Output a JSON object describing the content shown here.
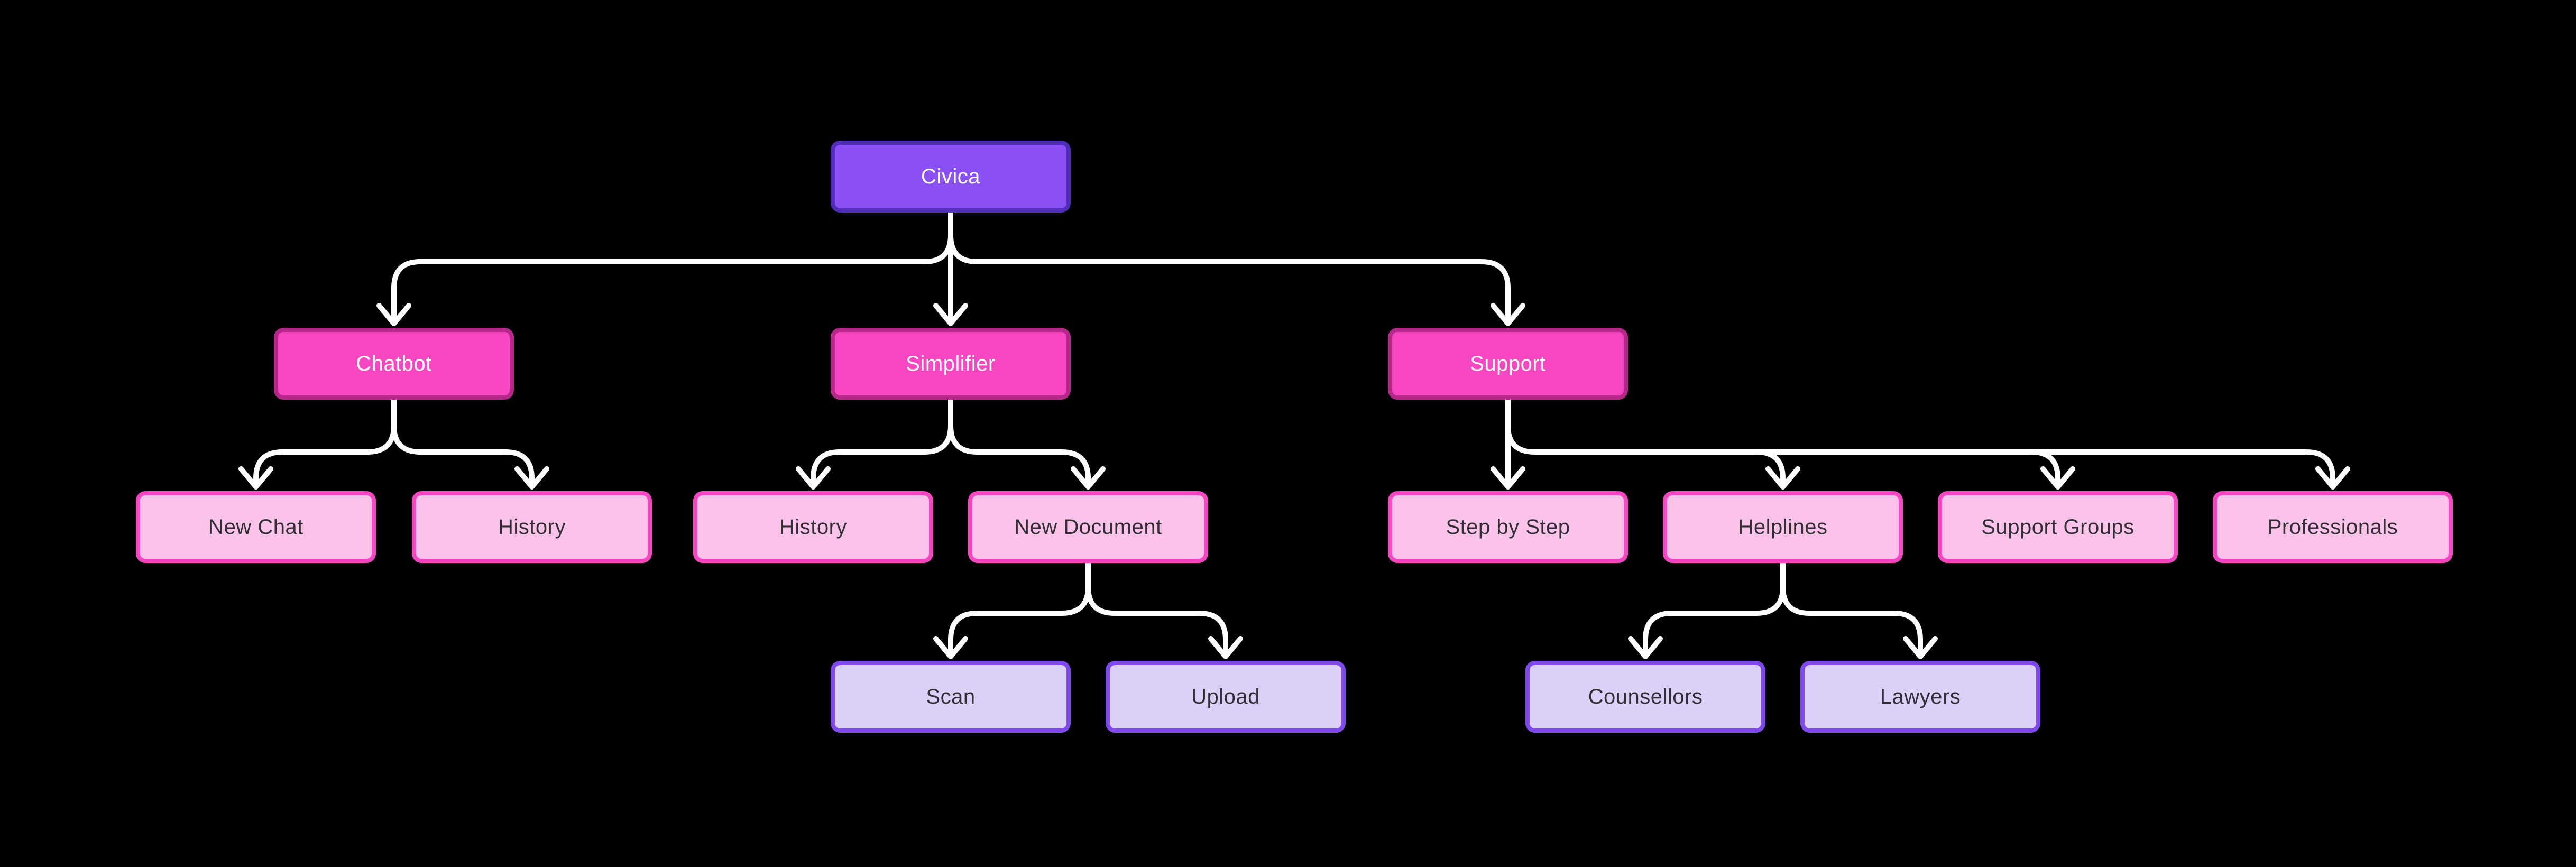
{
  "canvas": {
    "background": "#000000",
    "connector_color": "#ffffff"
  },
  "styles": {
    "root": {
      "fill": "#8A4FF5",
      "border": "#4F2DB8",
      "text": "#FFFFFF"
    },
    "branch": {
      "fill": "#F646C2",
      "border": "#B5288A",
      "text": "#FFFFFF"
    },
    "leaf_pink": {
      "fill": "#FBC2EA",
      "border": "#F646C2",
      "text": "#2F2F34"
    },
    "leaf_lavender": {
      "fill": "#DCD0F8",
      "border": "#7F49EE",
      "text": "#2F2F34"
    }
  },
  "nodes": [
    {
      "id": "civica",
      "label": "Civica",
      "style": "root",
      "parent": null
    },
    {
      "id": "chatbot",
      "label": "Chatbot",
      "style": "branch",
      "parent": "civica"
    },
    {
      "id": "simplifier",
      "label": "Simplifier",
      "style": "branch",
      "parent": "civica"
    },
    {
      "id": "support",
      "label": "Support",
      "style": "branch",
      "parent": "civica"
    },
    {
      "id": "new-chat",
      "label": "New Chat",
      "style": "leaf_pink",
      "parent": "chatbot"
    },
    {
      "id": "history-1",
      "label": "History",
      "style": "leaf_pink",
      "parent": "chatbot"
    },
    {
      "id": "history-2",
      "label": "History",
      "style": "leaf_pink",
      "parent": "simplifier"
    },
    {
      "id": "new-document",
      "label": "New Document",
      "style": "leaf_pink",
      "parent": "simplifier"
    },
    {
      "id": "step-by-step",
      "label": "Step by Step",
      "style": "leaf_pink",
      "parent": "support"
    },
    {
      "id": "helplines",
      "label": "Helplines",
      "style": "leaf_pink",
      "parent": "support"
    },
    {
      "id": "support-groups",
      "label": "Support Groups",
      "style": "leaf_pink",
      "parent": "support"
    },
    {
      "id": "professionals",
      "label": "Professionals",
      "style": "leaf_pink",
      "parent": "support"
    },
    {
      "id": "scan",
      "label": "Scan",
      "style": "leaf_lavender",
      "parent": "new-document"
    },
    {
      "id": "upload",
      "label": "Upload",
      "style": "leaf_lavender",
      "parent": "new-document"
    },
    {
      "id": "counsellors",
      "label": "Counsellors",
      "style": "leaf_lavender",
      "parent": "helplines"
    },
    {
      "id": "lawyers",
      "label": "Lawyers",
      "style": "leaf_lavender",
      "parent": "helplines"
    }
  ],
  "edges": [
    [
      "civica",
      "chatbot"
    ],
    [
      "civica",
      "simplifier"
    ],
    [
      "civica",
      "support"
    ],
    [
      "chatbot",
      "new-chat"
    ],
    [
      "chatbot",
      "history-1"
    ],
    [
      "simplifier",
      "history-2"
    ],
    [
      "simplifier",
      "new-document"
    ],
    [
      "support",
      "step-by-step"
    ],
    [
      "support",
      "helplines"
    ],
    [
      "support",
      "support-groups"
    ],
    [
      "support",
      "professionals"
    ],
    [
      "new-document",
      "scan"
    ],
    [
      "new-document",
      "upload"
    ],
    [
      "helplines",
      "counsellors"
    ],
    [
      "helplines",
      "lawyers"
    ]
  ]
}
